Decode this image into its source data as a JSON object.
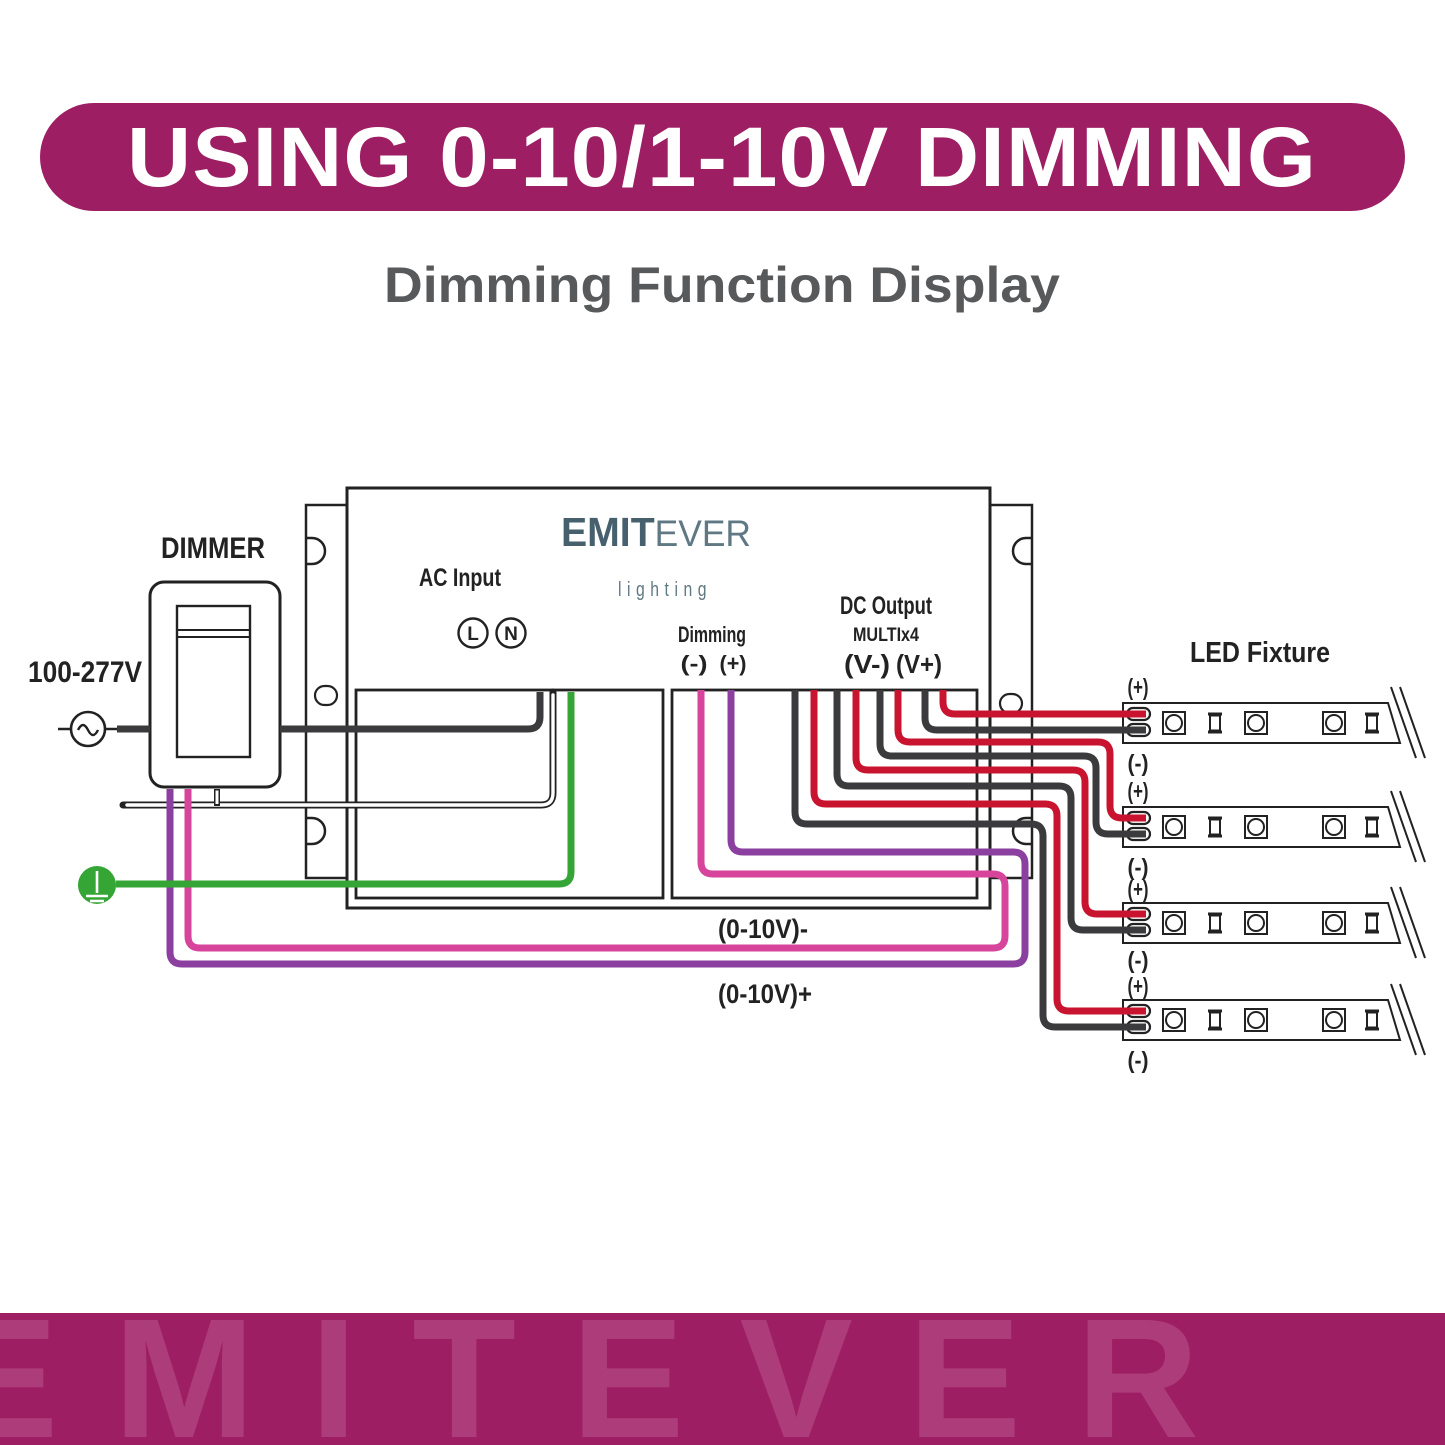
{
  "banner": {
    "title": "USING 0-10/1-10V DIMMING"
  },
  "subtitle": "Dimming Function Display",
  "dimmer": {
    "label": "DIMMER",
    "voltage": "100-277V"
  },
  "driver": {
    "brand_bold": "EMIT",
    "brand_light": "EVER",
    "brand_sub": "lighting",
    "ac_input": "AC Input",
    "live": "L",
    "neutral": "N",
    "dimming": "Dimming",
    "dim_neg": "(-)",
    "dim_pos": "(+)",
    "dc_output": "DC Output",
    "multi": "MULTIx4",
    "v_neg": "(V-)",
    "v_pos": "(V+)"
  },
  "wires": {
    "zero_ten_neg": "(0-10V)-",
    "zero_ten_pos": "(0-10V)+"
  },
  "led": {
    "title": "LED Fixture",
    "plus": "(+)",
    "minus": "(-)"
  },
  "watermark": "EMITEVER",
  "colors": {
    "banner": "#9E1E63",
    "watermark": "#AC3C7A",
    "title_gray": "#58595B",
    "ink": "#222222",
    "wire_dark": "#3B3B3D",
    "red": "#C8142F",
    "green": "#35A535",
    "pink": "#D6459B",
    "purple": "#8B3F9F",
    "logo_dark": "#46606E",
    "logo_light": "#5F7883"
  }
}
